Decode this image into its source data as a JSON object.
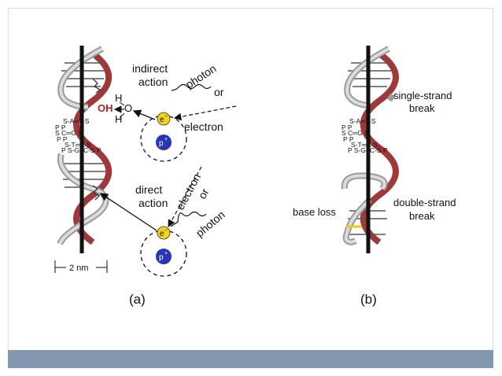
{
  "panel_a": {
    "caption": "(a)",
    "indirect_line1": "indirect",
    "indirect_line2": "action",
    "direct_line1": "direct",
    "direct_line2": "action",
    "h_top": "H",
    "o": "O",
    "h_bottom": "H",
    "oh": "OH",
    "electron_symbol": "e",
    "electron_charge": "−",
    "proton_symbol": "p",
    "proton_charge": "+",
    "top_photon": "photon",
    "top_or": "or",
    "top_electron": "electron",
    "bottom_electron": "electron",
    "bottom_or": "or",
    "bottom_photon": "photon",
    "scale": "2 nm",
    "seq_lines": [
      "S-A═T-S",
      "P       P",
      "S  C═G  S",
      "P       P",
      "S-T═A-S",
      "P  S-G≡C-S P"
    ]
  },
  "panel_b": {
    "caption": "(b)",
    "single_line1": "single-strand",
    "single_line2": "break",
    "double_line1": "double-strand",
    "double_line2": "break",
    "base_loss": "base loss",
    "seq_lines": [
      "S-A═T-S",
      "P       P",
      "S  C═G  S",
      "P       P",
      "S-T═A-S",
      "P  S-G≡C-S P"
    ]
  },
  "colors": {
    "strand_red": "#a0383a",
    "strand_gray": "#b8b8b8",
    "electron_yellow": "#f3d21b",
    "proton_blue": "#2a35b5",
    "oh_red": "#b22222",
    "footer": "#8497b0",
    "yellow_mark": "#f0c419"
  }
}
